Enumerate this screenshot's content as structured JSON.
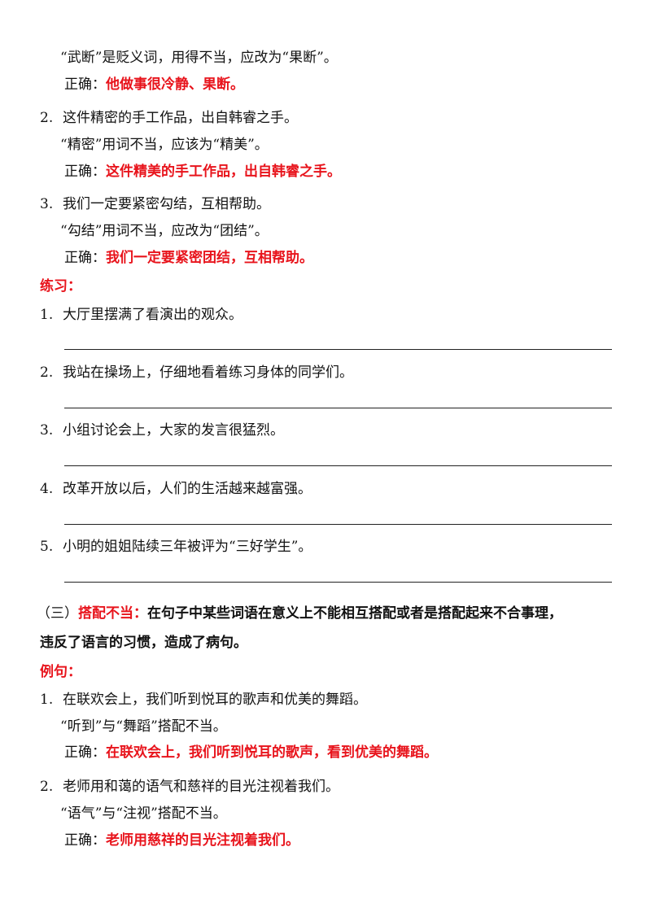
{
  "examples_a": [
    {
      "explanation": "“武断”是贬义词，用得不当，应改为“果断”。",
      "correct_label": "正确：",
      "correct_text": "他做事很冷静、果断。"
    },
    {
      "number": "2.",
      "sentence": "这件精密的手工作品，出自韩睿之手。",
      "explanation": "“精密”用词不当，应该为“精美”。",
      "correct_label": "正确：",
      "correct_text": "这件精美的手工作品，出自韩睿之手。"
    },
    {
      "number": "3.",
      "sentence": "我们一定要紧密勾结，互相帮助。",
      "explanation": "“勾结”用词不当，应改为“团结”。",
      "correct_label": "正确：",
      "correct_text": "我们一定要紧密团结，互相帮助。"
    }
  ],
  "practice": {
    "heading": "练习：",
    "items": [
      {
        "number": "1.",
        "sentence": "大厅里摆满了看演出的观众。"
      },
      {
        "number": "2.",
        "sentence": "我站在操场上，仔细地看着练习身体的同学们。"
      },
      {
        "number": "3.",
        "sentence": "小组讨论会上，大家的发言很猛烈。"
      },
      {
        "number": "4.",
        "sentence": "改革开放以后，人们的生活越来越富强。"
      },
      {
        "number": "5.",
        "sentence": "小明的姐姐陆续三年被评为“三好学生”。"
      }
    ]
  },
  "section3": {
    "label_prefix": "（三）",
    "label_title": "搭配不当：",
    "definition_line1": "在句子中某些词语在意义上不能相互搭配或者是搭配起来不合事理，",
    "definition_line2": "违反了语言的习惯，造成了病句。",
    "examples_heading": "例句：",
    "examples": [
      {
        "number": "1.",
        "sentence": "在联欢会上，我们听到悦耳的歌声和优美的舞蹈。",
        "explanation": "“听到”与“舞蹈”搭配不当。",
        "correct_label": "正确：",
        "correct_text": "在联欢会上，我们听到悦耳的歌声，看到优美的舞蹈。"
      },
      {
        "number": "2.",
        "sentence": "老师用和蔼的语气和慈祥的目光注视着我们。",
        "explanation": "“语气”与“注视”搭配不当。",
        "correct_label": "正确：",
        "correct_text": "老师用慈祥的目光注视着我们。"
      }
    ]
  }
}
